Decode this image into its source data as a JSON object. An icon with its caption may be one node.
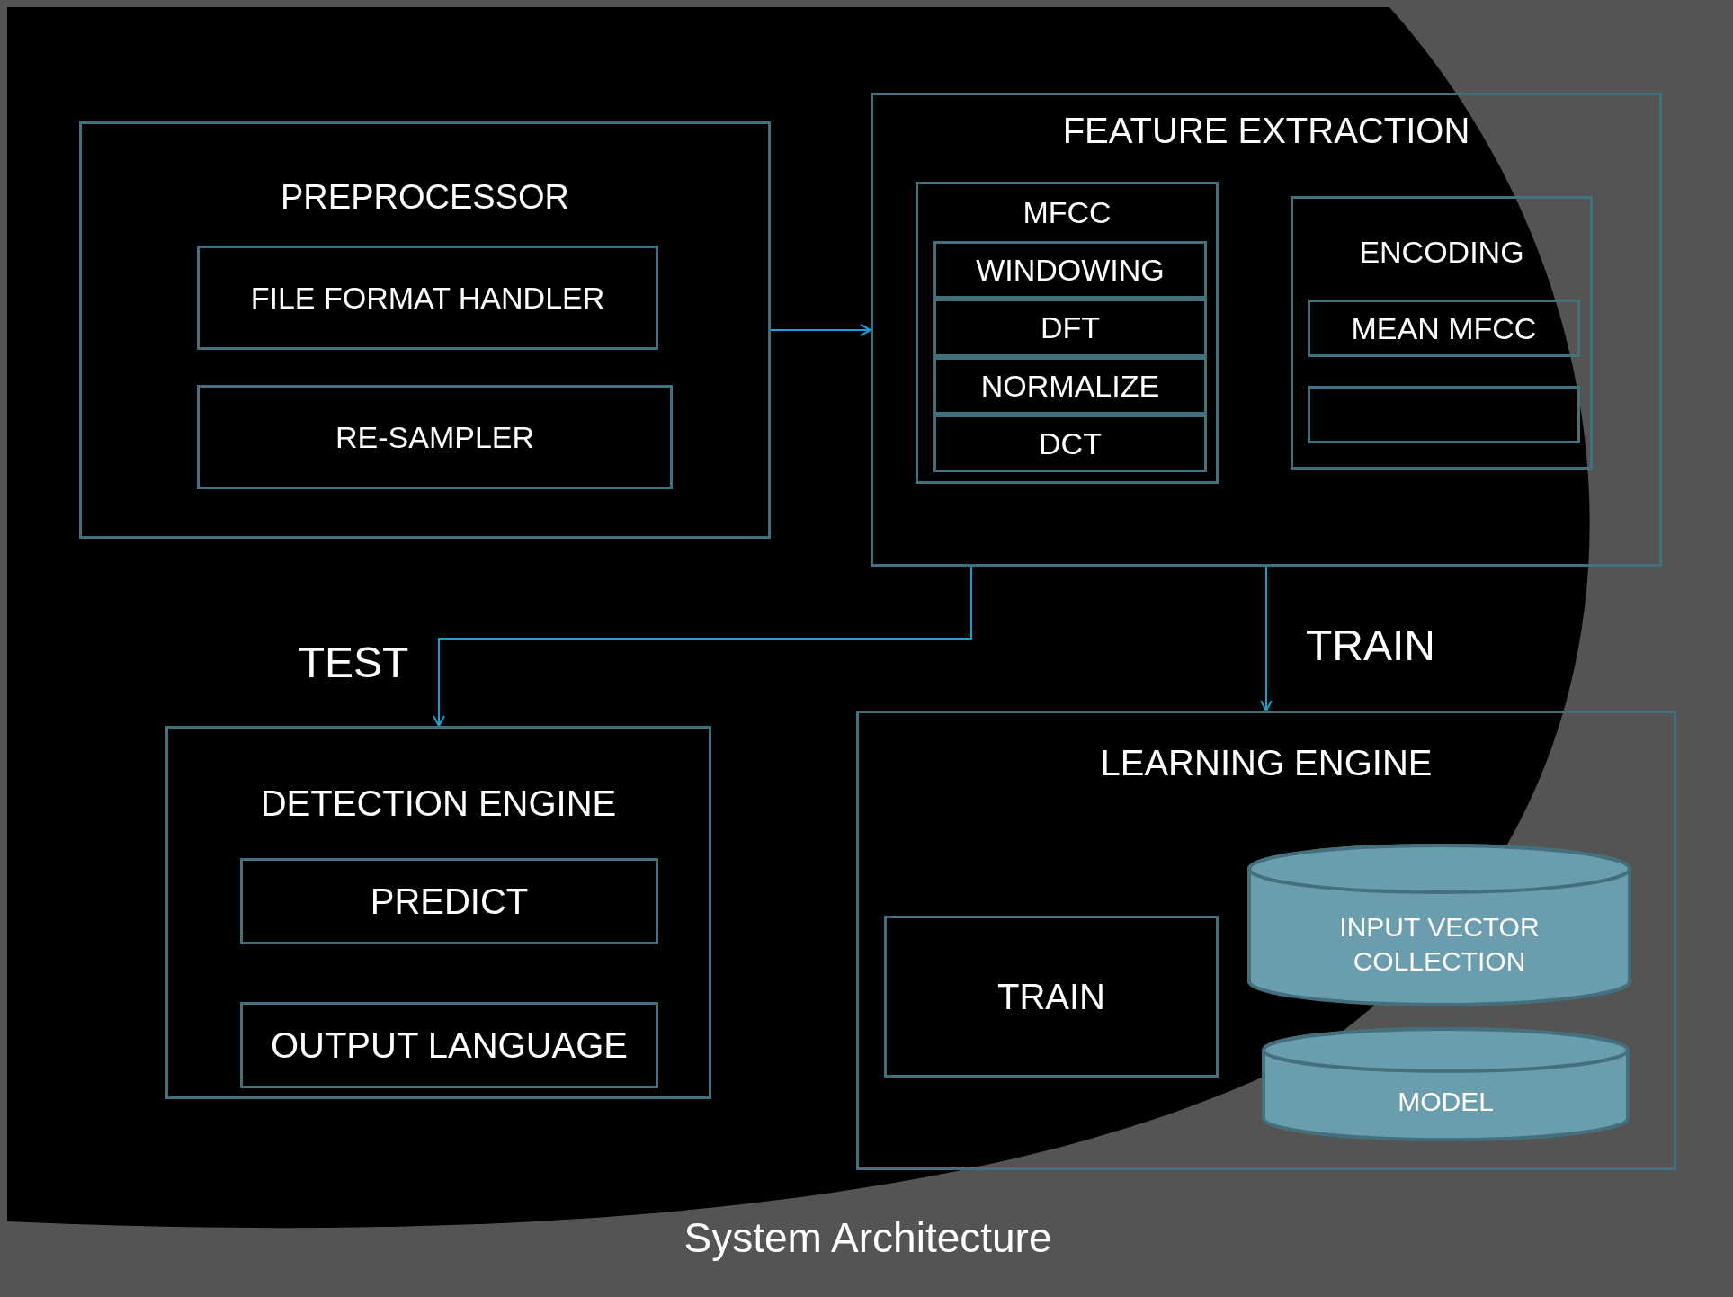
{
  "diagram": {
    "caption": "System Architecture",
    "nodes": [
      {
        "text": [
          "PREPROCESSOR"
        ]
      },
      {
        "text": [
          "FILE FORMAT HANDLER"
        ],
        "in": 0
      },
      {
        "text": [
          "RE-SAMPLER"
        ],
        "in": 0
      },
      {
        "text": [
          "FEATURE EXTRACTION"
        ]
      },
      {
        "text": [
          "MFCC"
        ],
        "in": 3
      },
      {
        "text": [
          "WINDOWING"
        ],
        "in": 4
      },
      {
        "text": [
          "DFT"
        ],
        "in": 4
      },
      {
        "text": [
          "NORMALIZE"
        ],
        "in": 4
      },
      {
        "text": [
          "DCT"
        ],
        "in": 4
      },
      {
        "text": [
          "ENCODING"
        ],
        "in": 3
      },
      {
        "text": [
          "MEAN MFCC"
        ],
        "in": 9
      },
      {
        "text": [],
        "shape": "box",
        "in": 9
      },
      {
        "text": [
          "DETECTION ENGINE"
        ]
      },
      {
        "text": [
          "PREDICT"
        ],
        "in": 12
      },
      {
        "text": [
          "OUTPUT LANGUAGE"
        ],
        "in": 12
      },
      {
        "text": [
          "LEARNING ENGINE"
        ]
      },
      {
        "text": [
          "TRAIN"
        ],
        "in": 15
      },
      {
        "text": [
          "INPUT VECTOR COLLECTION"
        ],
        "in": 15
      },
      {
        "text": [
          "MODEL"
        ],
        "in": 15
      }
    ],
    "edges": [
      {
        "from": 0,
        "to": 3,
        "arrow": "to"
      },
      {
        "from": 3,
        "to": 12,
        "arrow": "to",
        "label": "TEST"
      },
      {
        "from": 3,
        "to": 15,
        "arrow": "to",
        "label": "TRAIN"
      }
    ]
  }
}
